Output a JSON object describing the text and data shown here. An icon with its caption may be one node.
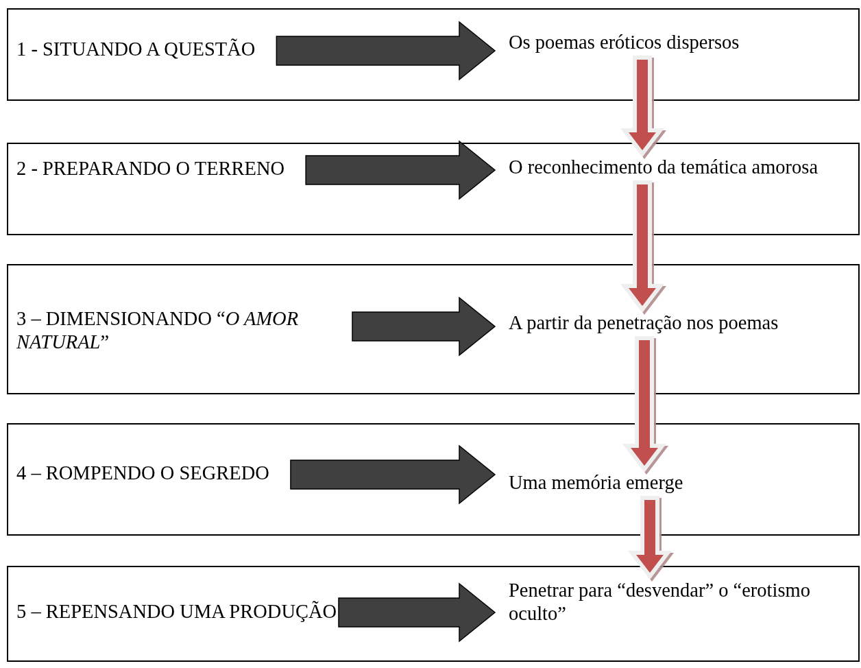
{
  "diagram": {
    "nodes": [
      {
        "text": [],
        "shape": "box"
      },
      {
        "text": [
          "1 - SITUANDO A QUESTÃO"
        ],
        "in": 0
      },
      {
        "text": [
          "Os poemas eróticos dispersos"
        ],
        "in": 0
      },
      {
        "text": [],
        "shape": "box"
      },
      {
        "text": [
          "2 - PREPARANDO O TERRENO"
        ],
        "in": 3
      },
      {
        "text": [
          "O reconhecimento da temática amorosa"
        ],
        "in": 3
      },
      {
        "text": [],
        "shape": "box"
      },
      {
        "text": [
          "3 – DIMENSIONANDO “*O AMOR NATURAL*”"
        ],
        "in": 6
      },
      {
        "text": [
          "A partir da penetração nos poemas"
        ],
        "in": 6
      },
      {
        "text": [],
        "shape": "box"
      },
      {
        "text": [
          "4 – ROMPENDO O SEGREDO"
        ],
        "in": 9
      },
      {
        "text": [
          "Uma memória emerge"
        ],
        "in": 9
      },
      {
        "text": [],
        "shape": "box"
      },
      {
        "text": [
          "5 – REPENSANDO UMA PRODUÇÃO"
        ],
        "in": 12
      },
      {
        "text": [
          "Penetrar para “desvendar” o “erotismo oculto”"
        ],
        "in": 12
      }
    ],
    "edges": [
      {
        "from": 1,
        "to": 2,
        "arrow": "to",
        "style": "thick"
      },
      {
        "from": 4,
        "to": 5,
        "arrow": "to",
        "style": "thick"
      },
      {
        "from": 7,
        "to": 8,
        "arrow": "to",
        "style": "thick"
      },
      {
        "from": 10,
        "to": 11,
        "arrow": "to",
        "style": "thick"
      },
      {
        "from": 13,
        "to": 14,
        "arrow": "to",
        "style": "thick"
      },
      {
        "from": 2,
        "to": 5,
        "arrow": "to",
        "style": "thick",
        "color": "#c0504d"
      },
      {
        "from": 5,
        "to": 8,
        "arrow": "to",
        "style": "thick",
        "color": "#c0504d"
      },
      {
        "from": 8,
        "to": 11,
        "arrow": "to",
        "style": "thick",
        "color": "#c0504d"
      },
      {
        "from": 11,
        "to": 14,
        "arrow": "to",
        "style": "thick",
        "color": "#c0504d"
      }
    ]
  }
}
